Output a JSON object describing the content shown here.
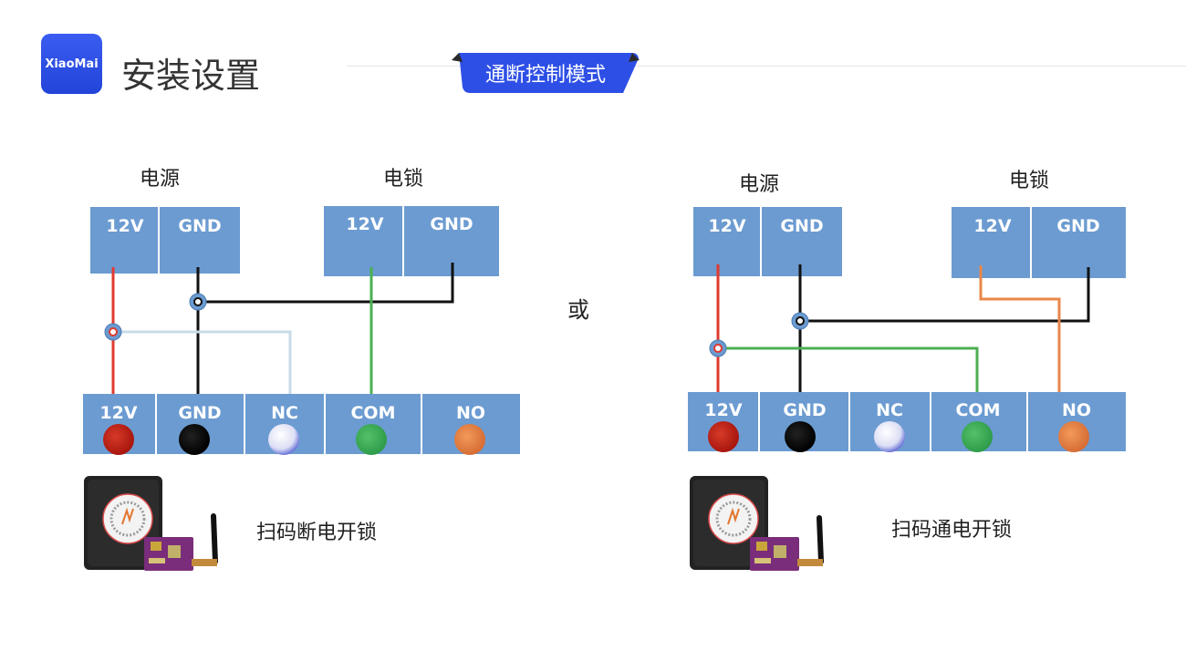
{
  "header": {
    "logo_text": "XiaoMai",
    "title": "安装设置",
    "mode_tab": "通断控制模式"
  },
  "colors": {
    "terminal_blue": "#6b9bd1",
    "brand_blue": "#2e4fe6",
    "wire_red": "#e03a2e",
    "wire_black": "#111111",
    "wire_green": "#4caf50",
    "wire_light_blue": "#c8dbe8",
    "wire_orange": "#e8874a"
  },
  "left_diagram": {
    "power_label": "电源",
    "lock_label": "电锁",
    "power_terminals": [
      "12V",
      "GND"
    ],
    "lock_terminals": [
      "12V",
      "GND"
    ],
    "controller_terminals": [
      "12V",
      "GND",
      "NC",
      "COM",
      "NO"
    ],
    "caption": "扫码断电开锁"
  },
  "or_text": "或",
  "right_diagram": {
    "power_label": "电源",
    "lock_label": "电锁",
    "power_terminals": [
      "12V",
      "GND"
    ],
    "lock_terminals": [
      "12V",
      "GND"
    ],
    "controller_terminals": [
      "12V",
      "GND",
      "NC",
      "COM",
      "NO"
    ],
    "caption": "扫码通电开锁"
  }
}
